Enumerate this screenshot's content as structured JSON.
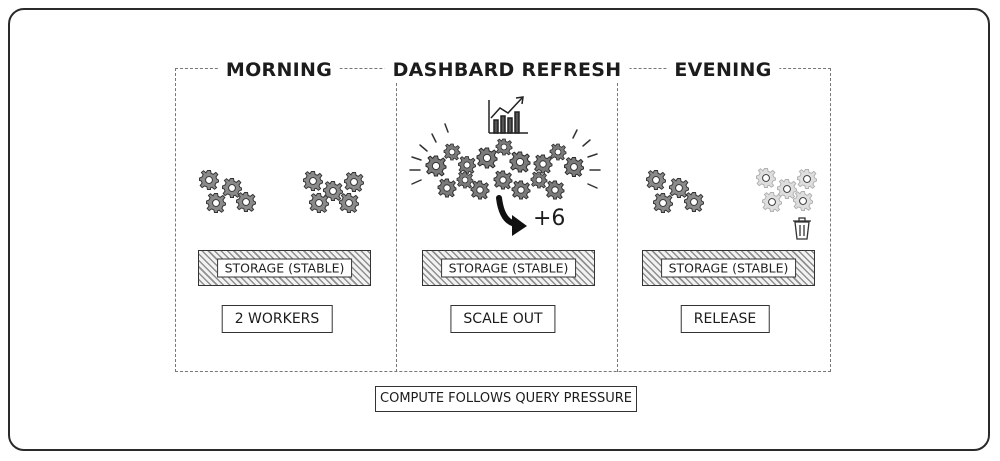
{
  "panels": [
    {
      "title": "MORNING",
      "storage": "STORAGE (STABLE)",
      "label": "2 WORKERS"
    },
    {
      "title": "DASHBARD REFRESH",
      "storage": "STORAGE (STABLE)",
      "label": "SCALE OUT",
      "delta": "+6"
    },
    {
      "title": "EVENING",
      "storage": "STORAGE (STABLE)",
      "label": "RELEASE"
    }
  ],
  "caption": "COMPUTE FOLLOWS QUERY PRESSURE",
  "icons": [
    "gear-icon",
    "bar-chart-icon",
    "trash-icon",
    "curved-arrow-icon"
  ]
}
